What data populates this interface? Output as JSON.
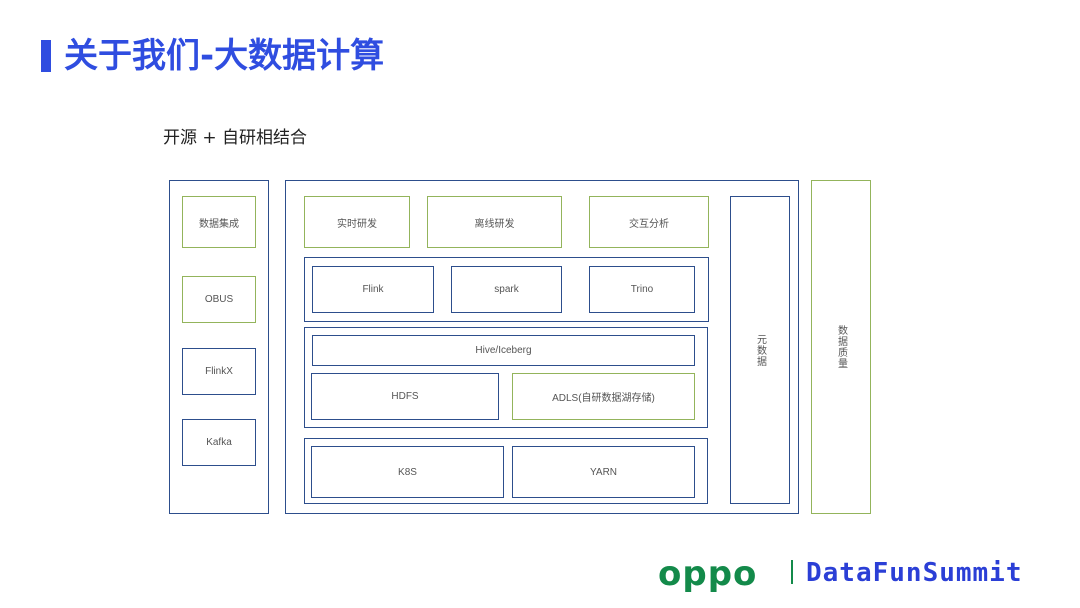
{
  "header": {
    "title": "关于我们-大数据计算",
    "subtitle": "开源 + 自研相结合"
  },
  "diagram": {
    "ingest": [
      "数据集成",
      "OBUS",
      "FlinkX",
      "Kafka"
    ],
    "dev": [
      "实时研发",
      "离线研发",
      "交互分析"
    ],
    "compute": [
      "Flink",
      "spark",
      "Trino"
    ],
    "storage_top": "Hive/Iceberg",
    "storage": [
      "HDFS",
      "ADLS(自研数据湖存储)"
    ],
    "resource": [
      "K8S",
      "YARN"
    ],
    "metadata": "元数据",
    "quality": "数据质量"
  },
  "footer": {
    "brand": "oppo",
    "event": "DataFunSummit"
  },
  "colors": {
    "accent": "#2f4de0",
    "box_border": "#2d4e8c",
    "green_border": "#93b45b",
    "brand_green": "#138a4a"
  }
}
